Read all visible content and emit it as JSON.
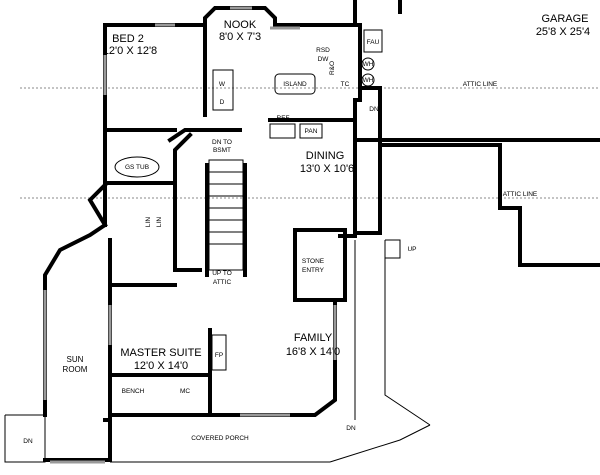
{
  "rooms": {
    "bed2": {
      "name": "BED 2",
      "size": "12'0 X 12'8"
    },
    "nook": {
      "name": "NOOK",
      "size": "8'0 X 7'3"
    },
    "garage": {
      "name": "GARAGE",
      "size": "25'8 X 25'4"
    },
    "dining": {
      "name": "DINING",
      "size": "13'0 X 10'6"
    },
    "master": {
      "name": "MASTER SUITE",
      "size": "12'0 X 14'0"
    },
    "family": {
      "name": "FAMILY",
      "size": "16'8 X 14'0"
    },
    "sun": {
      "line1": "SUN",
      "line2": "ROOM"
    },
    "stone": {
      "line1": "STONE",
      "line2": "ENTRY"
    },
    "porch": "COVERED PORCH"
  },
  "fixtures": {
    "island": "ISLAND",
    "rsd": "RSD",
    "dw": "DW",
    "ro": "R&O",
    "tc": "TC",
    "ref": "REF",
    "pan": "PAN",
    "fau": "FAU",
    "wh1": "WH",
    "wh2": "WH",
    "w": "W",
    "d": "D",
    "gstub": "GS TUB",
    "lin1": "LIN",
    "lin2": "LIN",
    "fp": "FP",
    "bench": "BENCH",
    "mc": "MC"
  },
  "notes": {
    "attic1": "ATTIC LINE",
    "attic2": "ATTIC LINE",
    "dn_bsmt_1": "DN TO",
    "dn_bsmt_2": "BSMT",
    "up_attic_1": "UP TO",
    "up_attic_2": "ATTIC",
    "dn_garage": "DN",
    "up_entry": "UP",
    "dn_porch": "DN",
    "dn_sun": "DN"
  }
}
